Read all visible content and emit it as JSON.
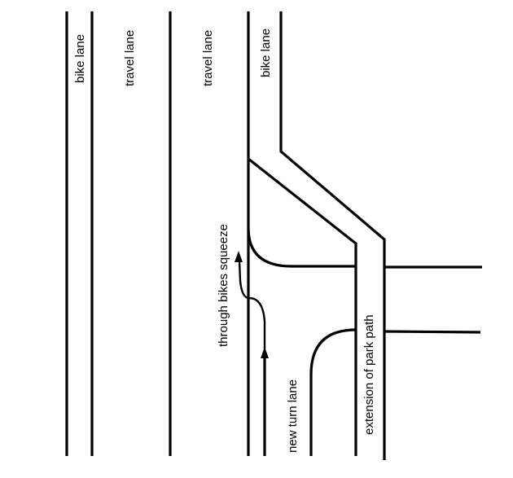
{
  "labels": {
    "bike_lane_left": "bike lane",
    "travel_lane_1": "travel lane",
    "travel_lane_2": "travel lane",
    "bike_lane_right": "bike lane",
    "through_bikes": "through bikes squeeze",
    "new_turn_lane": "new turn lane",
    "park_path": "extension of park path"
  },
  "colors": {
    "ink": "#000000",
    "background": "#ffffff"
  }
}
